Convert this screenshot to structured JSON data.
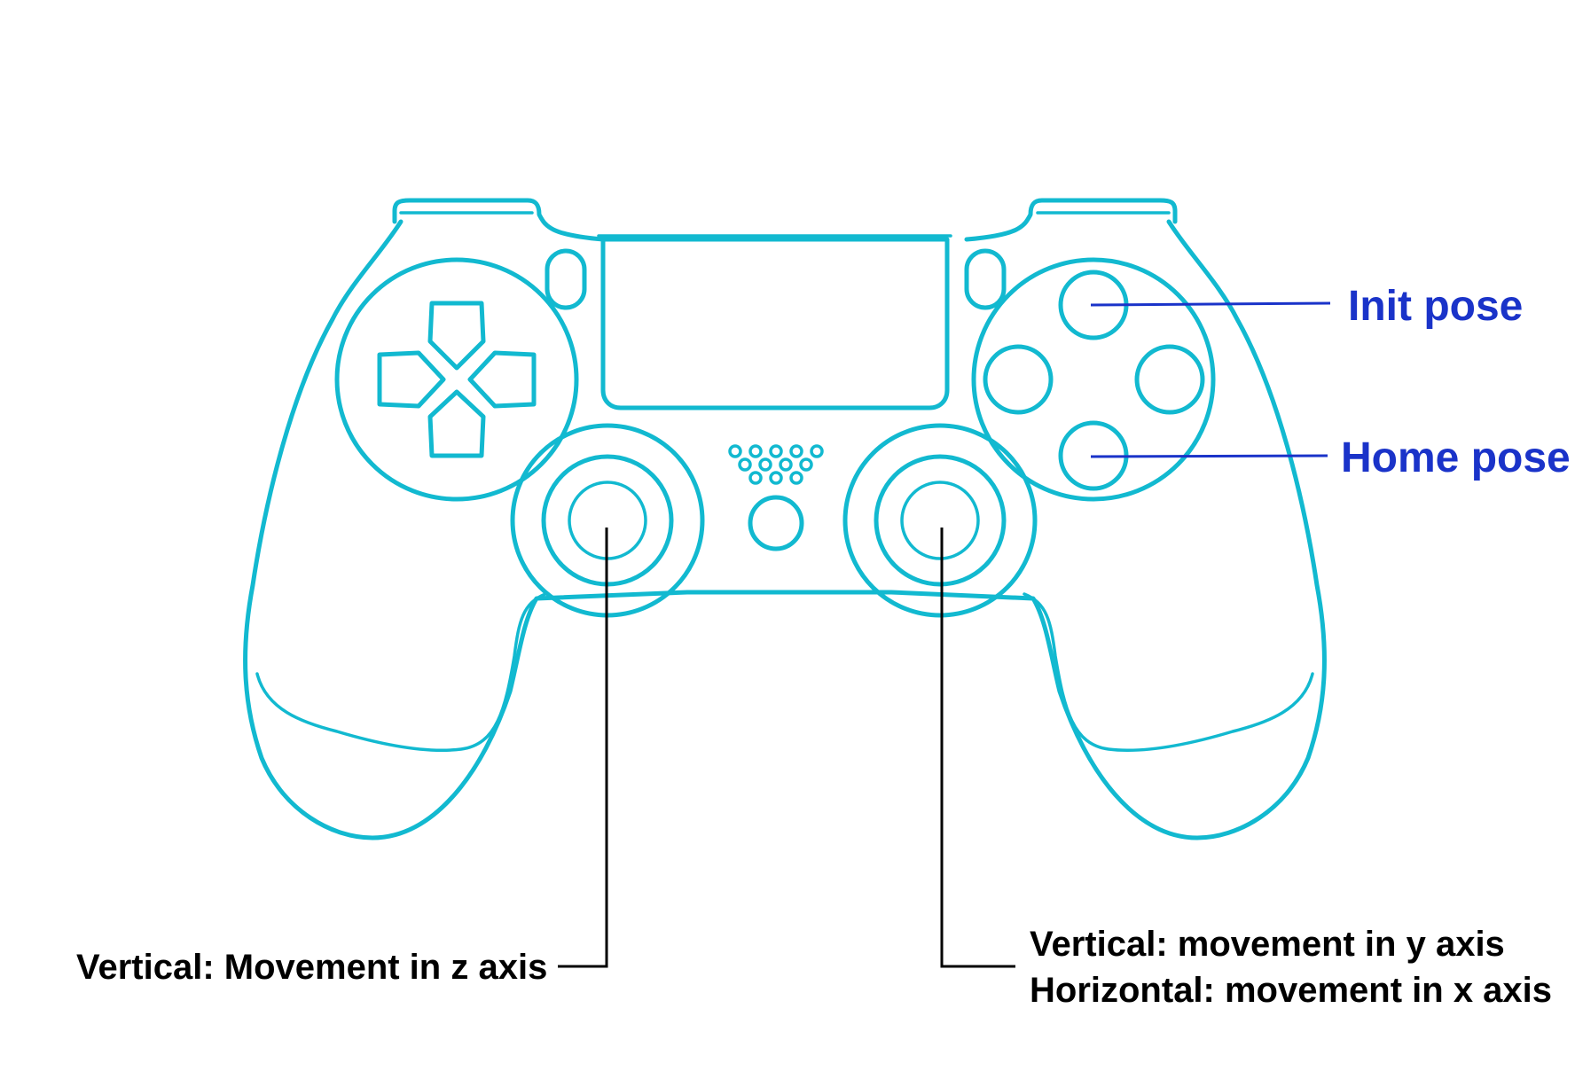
{
  "colors": {
    "controller_outline": "#12b9d0",
    "callout_blue": "#1a33c9",
    "callout_black": "#000000",
    "background": "#ffffff"
  },
  "callouts": {
    "top_face_button": "Init pose",
    "bottom_face_button": "Home pose",
    "left_stick": "Vertical: Movement in z axis",
    "right_stick_line1": "Vertical: movement in y axis",
    "right_stick_line2": "Horizontal: movement in x axis"
  },
  "icons": {
    "controller": "gamepad-outline-icon",
    "dpad": "dpad-icon",
    "face_buttons": "face-buttons-icon",
    "left_stick": "analog-stick-icon",
    "right_stick": "analog-stick-icon",
    "speaker": "speaker-grille-icon",
    "home_button": "home-button-icon"
  }
}
